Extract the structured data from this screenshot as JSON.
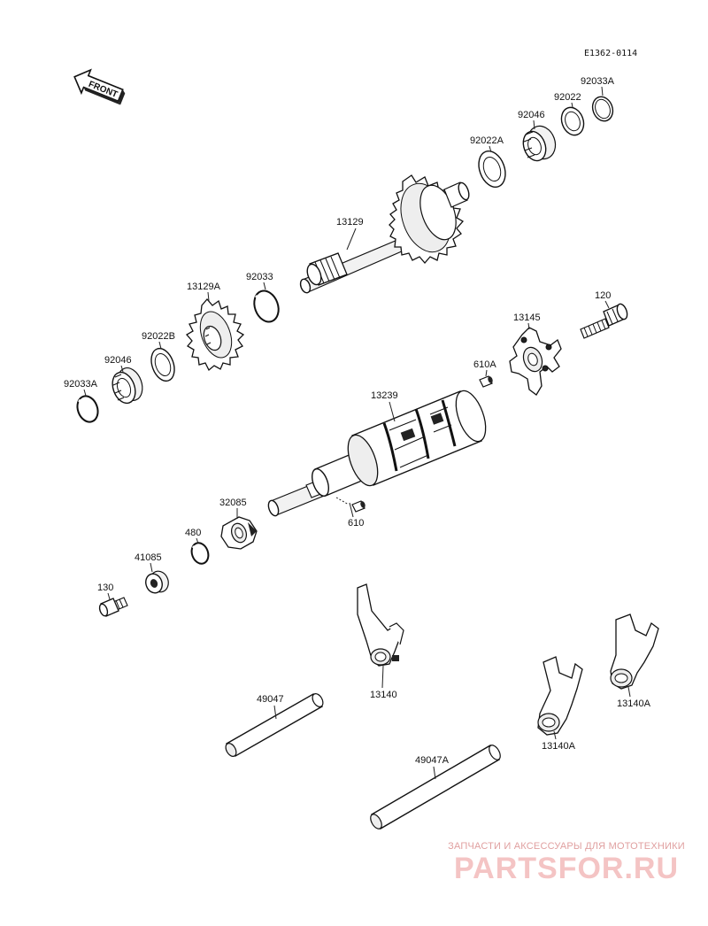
{
  "diagram": {
    "code": "E1362-0114",
    "front_label": "FRONT",
    "labels": {
      "p92033A_top": "92033A",
      "p92022_top": "92022",
      "p92046_top": "92046",
      "p92022A": "92022A",
      "p13129": "13129",
      "p92033": "92033",
      "p13129A": "13129A",
      "p92022B": "92022B",
      "p92046_left": "92046",
      "p92033A_left": "92033A",
      "p120": "120",
      "p13145": "13145",
      "p610A": "610A",
      "p13239": "13239",
      "p32085": "32085",
      "p610": "610",
      "p480": "480",
      "p41085": "41085",
      "p130": "130",
      "p13140": "13140",
      "p13140A_right": "13140A",
      "p13140A_mid": "13140A",
      "p49047": "49047",
      "p49047A": "49047A"
    }
  },
  "watermark": {
    "tagline": "ЗАПЧАСТИ И АКСЕССУАРЫ ДЛЯ МОТОТЕХНИКИ",
    "brand": "PARTSFOR.RU",
    "color": "#e88a8a"
  }
}
